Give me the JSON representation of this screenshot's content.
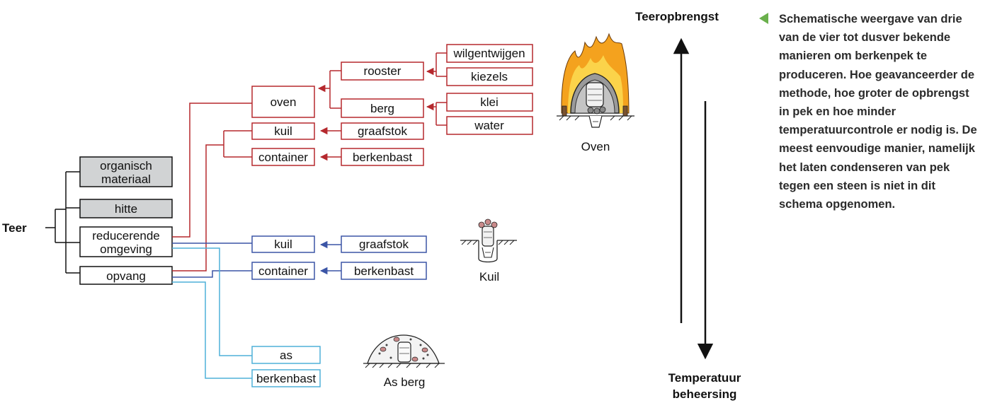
{
  "root": "Teer",
  "requirements": {
    "organic": [
      "organisch",
      "materiaal"
    ],
    "heat": "hitte",
    "reducing": [
      "reducerende",
      "omgeving"
    ],
    "capture": "opvang"
  },
  "oven_method": {
    "oven": "oven",
    "rooster": "rooster",
    "berg": "berg",
    "wilgentwijgen": "wilgentwijgen",
    "kiezels": "kiezels",
    "klei": "klei",
    "water": "water",
    "kuil": "kuil",
    "graafstok": "graafstok",
    "container": "container",
    "berkenbast": "berkenbast"
  },
  "pit_method": {
    "kuil": "kuil",
    "graafstok": "graafstok",
    "container": "container",
    "berkenbast": "berkenbast"
  },
  "ash_method": {
    "as": "as",
    "berkenbast": "berkenbast"
  },
  "illustrations": {
    "oven": "Oven",
    "pit": "Kuil",
    "ash_mound": "As berg"
  },
  "axis": {
    "top": "Teeropbrengst",
    "bottom": [
      "Temperatuur",
      "beheersing"
    ]
  },
  "caption": "Schematische weergave van drie van de vier tot dusver bekende manieren om berkenpek te produceren. Hoe geavanceerder de methode, hoe groter de opbrengst in pek en hoe minder temperatuurcontrole er nodig is. De meest eenvoudige manier, namelijk het laten condenseren van pek tegen een steen is niet in dit schema opgenomen.",
  "colors": {
    "oven": "#b5282d",
    "pit": "#3b55a6",
    "ash": "#4fb1d8",
    "grey_box": "#d1d3d4",
    "caption_arrow": "#6ab04c"
  }
}
